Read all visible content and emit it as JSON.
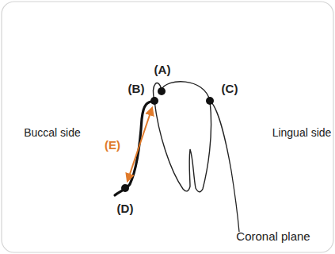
{
  "diagram": {
    "labels": [
      "(A)",
      "(B)",
      "(C)",
      "Buccal side",
      "Lingual side",
      "(E)",
      "(D)",
      "Coronal plane"
    ]
  }
}
